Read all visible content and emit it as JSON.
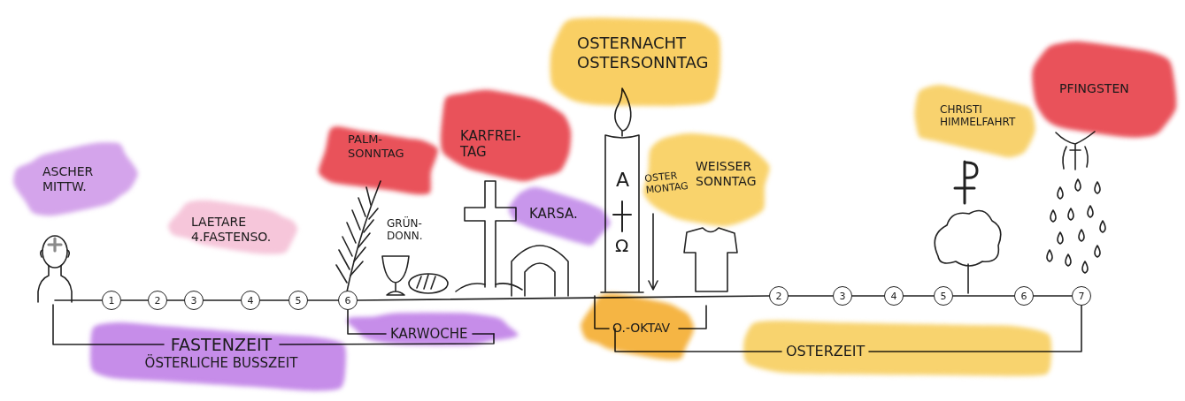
{
  "diagram": {
    "nodes": [
      {
        "text": [
          "ASCHER MITTW."
        ]
      },
      {
        "text": [
          "LAETARE 4.FASTENSO."
        ]
      },
      {
        "text": [
          "PALM- SONNTAG"
        ]
      },
      {
        "text": [
          "KARFREI- TAG"
        ]
      },
      {
        "text": [
          "KARSA."
        ]
      },
      {
        "text": [
          "OSTERNACHT OSTERSONNTAG"
        ]
      },
      {
        "text": [
          "WEISSER SONNTAG"
        ]
      },
      {
        "text": [
          "CHRISTI HIMMELFAHRT"
        ]
      },
      {
        "text": [
          "PFINGSTEN"
        ]
      },
      {
        "text": [
          "1"
        ]
      },
      {
        "text": [
          "2"
        ]
      },
      {
        "text": [
          "3"
        ]
      },
      {
        "text": [
          "4"
        ]
      },
      {
        "text": [
          "5"
        ]
      },
      {
        "text": [
          "6"
        ]
      },
      {
        "text": [
          "2"
        ]
      },
      {
        "text": [
          "3"
        ]
      },
      {
        "text": [
          "4"
        ]
      },
      {
        "text": [
          "5"
        ]
      },
      {
        "text": [
          "6"
        ]
      },
      {
        "text": [
          "7"
        ]
      },
      {
        "text": [
          "FASTENZEIT ÖSTERLICHE BUSSZEIT"
        ]
      },
      {
        "text": [
          "KARWOCHE"
        ]
      },
      {
        "text": [
          "O.-OKTAV"
        ]
      },
      {
        "text": [
          "OSTERZEIT"
        ]
      }
    ],
    "edges": [
      {
        "from": 9,
        "to": 10,
        "arrow": "none"
      },
      {
        "from": 10,
        "to": 11,
        "arrow": "none"
      },
      {
        "from": 11,
        "to": 12,
        "arrow": "none"
      },
      {
        "from": 12,
        "to": 13,
        "arrow": "none"
      },
      {
        "from": 13,
        "to": 14,
        "arrow": "none"
      },
      {
        "from": 15,
        "to": 16,
        "arrow": "none"
      },
      {
        "from": 16,
        "to": 17,
        "arrow": "none"
      },
      {
        "from": 17,
        "to": 18,
        "arrow": "none"
      },
      {
        "from": 18,
        "to": 19,
        "arrow": "none"
      },
      {
        "from": 19,
        "to": 20,
        "arrow": "none"
      }
    ],
    "labels": [
      "GRÜN- DONN.",
      "OSTER MONTAG",
      "A",
      "Ω"
    ]
  }
}
